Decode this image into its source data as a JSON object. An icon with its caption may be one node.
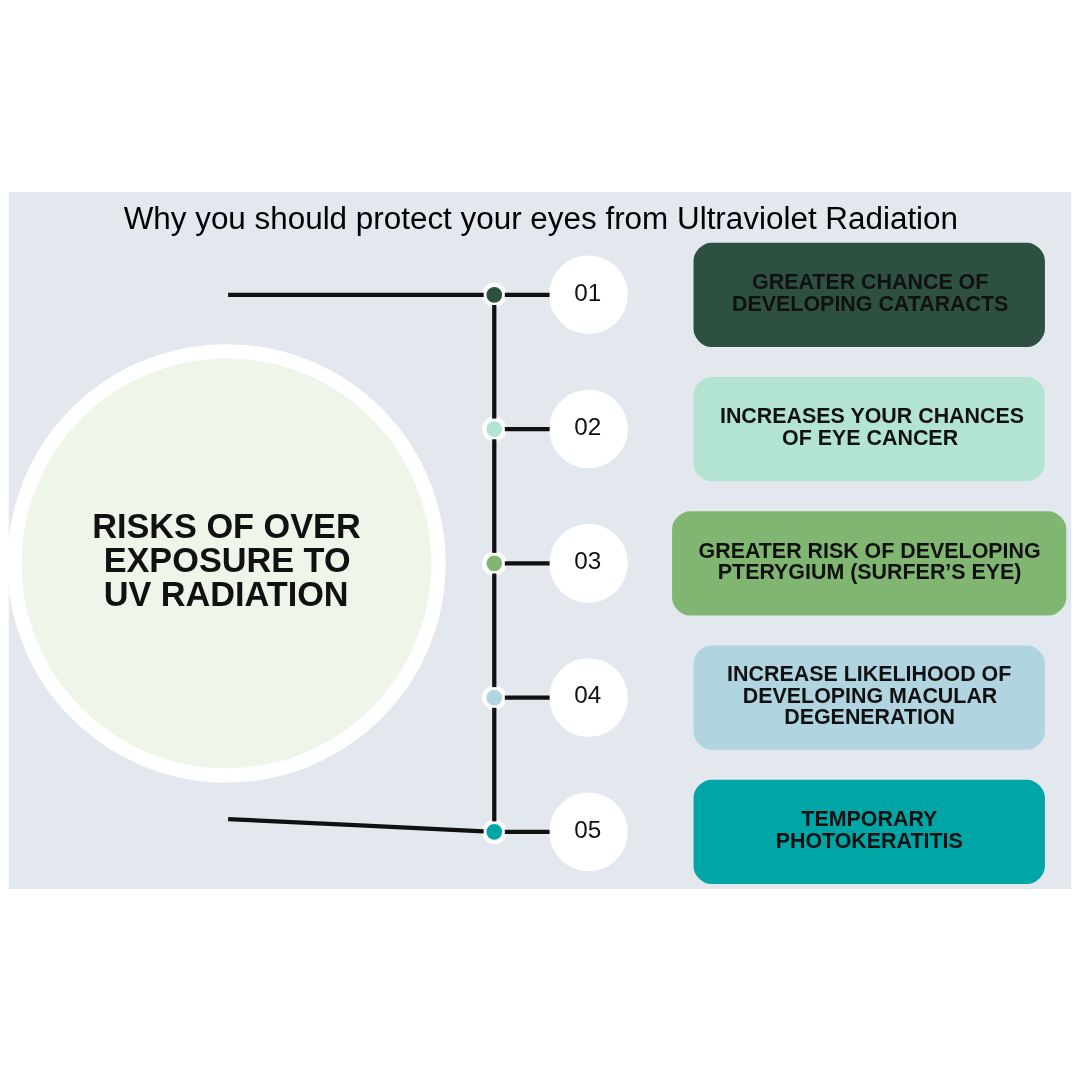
{
  "diagram": {
    "title": "Why you should protect your eyes from Ultraviolet Radiation",
    "nodes": [
      {
        "text": [
          "RISKS OF OVER EXPOSURE TO UV RADIATION"
        ]
      },
      {
        "text": [],
        "shape": "circle"
      },
      {
        "text": [
          "01"
        ]
      },
      {
        "text": [
          "GREATER CHANCE OF DEVELOPING CATARACTS"
        ]
      },
      {
        "text": [],
        "shape": "circle"
      },
      {
        "text": [
          "02"
        ]
      },
      {
        "text": [
          "INCREASES YOUR CHANCES OF EYE CANCER"
        ]
      },
      {
        "text": [],
        "shape": "circle"
      },
      {
        "text": [
          "03"
        ]
      },
      {
        "text": [
          "GREATER RISK OF DEVELOPING PTERYGIUM (SURFER’S EYE)"
        ]
      },
      {
        "text": [],
        "shape": "circle"
      },
      {
        "text": [
          "04"
        ]
      },
      {
        "text": [
          "INCREASE LIKELIHOOD OF DEVELOPING MACULAR DEGENERATION"
        ]
      },
      {
        "text": [],
        "shape": "circle"
      },
      {
        "text": [
          "05"
        ]
      },
      {
        "text": [
          "TEMPORARY PHOTOKERATITIS"
        ]
      }
    ],
    "edges": [
      {
        "from": 1,
        "to": 2,
        "arrow": "none"
      },
      {
        "from": 4,
        "to": 5,
        "arrow": "none"
      },
      {
        "from": 7,
        "to": 8,
        "arrow": "none"
      },
      {
        "from": 10,
        "to": 11,
        "arrow": "none"
      },
      {
        "from": 13,
        "to": 14,
        "arrow": "none"
      },
      {
        "from": null,
        "to": 1,
        "arrow": "none"
      },
      {
        "from": 1,
        "to": 4,
        "arrow": "none"
      },
      {
        "from": 4,
        "to": 7,
        "arrow": "none"
      },
      {
        "from": 7,
        "to": 10,
        "arrow": "none"
      },
      {
        "from": 10,
        "to": 13,
        "arrow": "none"
      },
      {
        "from": 13,
        "to": null,
        "arrow": "none"
      }
    ]
  }
}
